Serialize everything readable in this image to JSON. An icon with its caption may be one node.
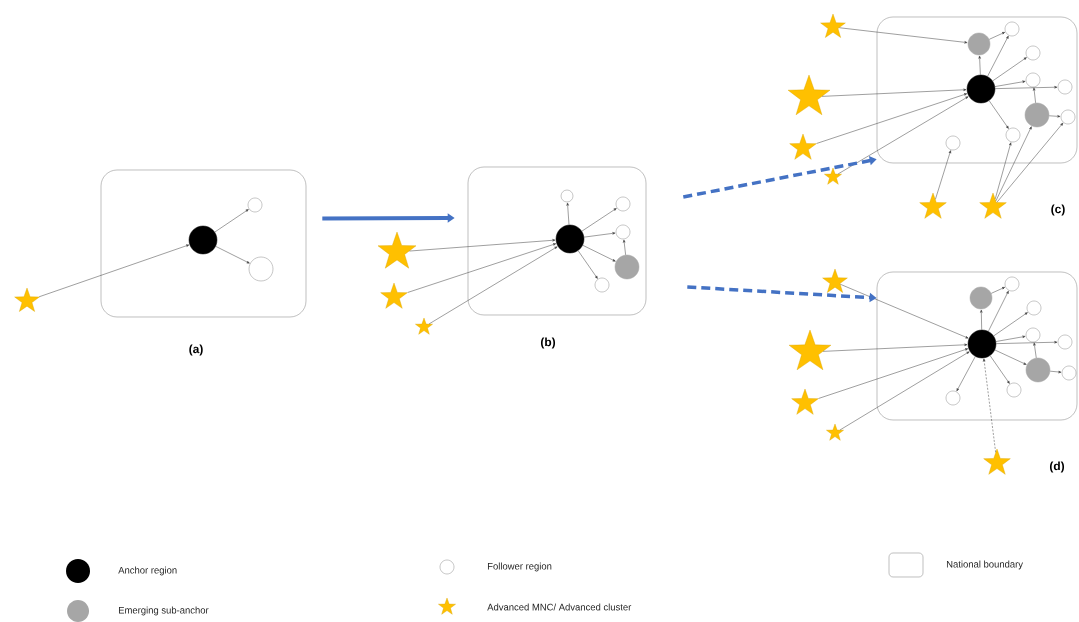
{
  "diagram": {
    "nodes": [
      {
        "text": [],
        "shape": "box",
        "beside": [
          "(a)"
        ]
      },
      {
        "text": [],
        "shape": "star"
      },
      {
        "text": [],
        "shape": "circle",
        "in": 0
      },
      {
        "text": [],
        "shape": "circle",
        "in": 0
      },
      {
        "text": [],
        "shape": "circle",
        "in": 0
      },
      {
        "text": [],
        "shape": "box",
        "beside": [
          "(b)"
        ]
      },
      {
        "text": [],
        "shape": "star"
      },
      {
        "text": [],
        "shape": "star"
      },
      {
        "text": [],
        "shape": "star"
      },
      {
        "text": [],
        "shape": "circle",
        "in": 5
      },
      {
        "text": [],
        "shape": "circle",
        "in": 5
      },
      {
        "text": [],
        "shape": "circle",
        "in": 5
      },
      {
        "text": [],
        "shape": "circle",
        "in": 5
      },
      {
        "text": [],
        "shape": "circle",
        "in": 5
      },
      {
        "text": [],
        "shape": "circle",
        "in": 5
      },
      {
        "text": [],
        "shape": "box",
        "beside": [
          "(c)"
        ]
      },
      {
        "text": [],
        "shape": "star"
      },
      {
        "text": [],
        "shape": "star"
      },
      {
        "text": [],
        "shape": "star"
      },
      {
        "text": [],
        "shape": "star"
      },
      {
        "text": [],
        "shape": "star"
      },
      {
        "text": [],
        "shape": "star"
      },
      {
        "text": [],
        "shape": "circle",
        "in": 15
      },
      {
        "text": [],
        "shape": "circle",
        "in": 15
      },
      {
        "text": [],
        "shape": "circle",
        "in": 15
      },
      {
        "text": [],
        "shape": "circle",
        "in": 15
      },
      {
        "text": [],
        "shape": "circle",
        "in": 15
      },
      {
        "text": [],
        "shape": "circle",
        "in": 15
      },
      {
        "text": [],
        "shape": "circle",
        "in": 15
      },
      {
        "text": [],
        "shape": "circle",
        "in": 15
      },
      {
        "text": [],
        "shape": "circle",
        "in": 15
      },
      {
        "text": [],
        "shape": "circle",
        "in": 15
      },
      {
        "text": [],
        "shape": "box",
        "beside": [
          "(d)"
        ]
      },
      {
        "text": [],
        "shape": "star"
      },
      {
        "text": [],
        "shape": "star"
      },
      {
        "text": [],
        "shape": "star"
      },
      {
        "text": [],
        "shape": "star"
      },
      {
        "text": [],
        "shape": "star"
      },
      {
        "text": [],
        "shape": "circle",
        "in": 32
      },
      {
        "text": [],
        "shape": "circle",
        "in": 32
      },
      {
        "text": [],
        "shape": "circle",
        "in": 32
      },
      {
        "text": [],
        "shape": "circle",
        "in": 32
      },
      {
        "text": [],
        "shape": "circle",
        "in": 32
      },
      {
        "text": [],
        "shape": "circle",
        "in": 32
      },
      {
        "text": [],
        "shape": "circle",
        "in": 32
      },
      {
        "text": [],
        "shape": "circle",
        "in": 32
      },
      {
        "text": [],
        "shape": "circle",
        "in": 32
      },
      {
        "text": [],
        "shape": "circle",
        "in": 32
      }
    ],
    "edges": [
      {
        "from": 1,
        "to": 2,
        "arrow": "to"
      },
      {
        "from": 2,
        "to": 3,
        "arrow": "to"
      },
      {
        "from": 2,
        "to": 4,
        "arrow": "to"
      },
      {
        "from": 6,
        "to": 9,
        "arrow": "to"
      },
      {
        "from": 7,
        "to": 9,
        "arrow": "to"
      },
      {
        "from": 8,
        "to": 9,
        "arrow": "to"
      },
      {
        "from": 9,
        "to": 10,
        "arrow": "to"
      },
      {
        "from": 9,
        "to": 11,
        "arrow": "to"
      },
      {
        "from": 9,
        "to": 12,
        "arrow": "to"
      },
      {
        "from": 9,
        "to": 13,
        "arrow": "to"
      },
      {
        "from": 9,
        "to": 14,
        "arrow": "to"
      },
      {
        "from": 13,
        "to": 12,
        "arrow": "to"
      },
      {
        "from": 16,
        "to": 23,
        "arrow": "to"
      },
      {
        "from": 17,
        "to": 22,
        "arrow": "to"
      },
      {
        "from": 18,
        "to": 22,
        "arrow": "to"
      },
      {
        "from": 19,
        "to": 22,
        "arrow": "to"
      },
      {
        "from": 22,
        "to": 23,
        "arrow": "to"
      },
      {
        "from": 22,
        "to": 25,
        "arrow": "to"
      },
      {
        "from": 23,
        "to": 25,
        "arrow": "to"
      },
      {
        "from": 22,
        "to": 26,
        "arrow": "to"
      },
      {
        "from": 22,
        "to": 27,
        "arrow": "to"
      },
      {
        "from": 22,
        "to": 28,
        "arrow": "to"
      },
      {
        "from": 22,
        "to": 30,
        "arrow": "to"
      },
      {
        "from": 24,
        "to": 27,
        "arrow": "to"
      },
      {
        "from": 24,
        "to": 29,
        "arrow": "to"
      },
      {
        "from": 20,
        "to": 31,
        "arrow": "to"
      },
      {
        "from": 21,
        "to": 30,
        "arrow": "to"
      },
      {
        "from": 21,
        "to": 24,
        "arrow": "to"
      },
      {
        "from": 21,
        "to": 29,
        "arrow": "to"
      },
      {
        "from": 33,
        "to": 38,
        "arrow": "to"
      },
      {
        "from": 34,
        "to": 38,
        "arrow": "to"
      },
      {
        "from": 35,
        "to": 38,
        "arrow": "to"
      },
      {
        "from": 36,
        "to": 38,
        "arrow": "to"
      },
      {
        "from": 38,
        "to": 39,
        "arrow": "to"
      },
      {
        "from": 38,
        "to": 41,
        "arrow": "to"
      },
      {
        "from": 39,
        "to": 41,
        "arrow": "to"
      },
      {
        "from": 38,
        "to": 42,
        "arrow": "to"
      },
      {
        "from": 38,
        "to": 43,
        "arrow": "to"
      },
      {
        "from": 38,
        "to": 44,
        "arrow": "to"
      },
      {
        "from": 38,
        "to": 40,
        "arrow": "to"
      },
      {
        "from": 40,
        "to": 43,
        "arrow": "to"
      },
      {
        "from": 40,
        "to": 45,
        "arrow": "to"
      },
      {
        "from": 38,
        "to": 46,
        "arrow": "to"
      },
      {
        "from": 38,
        "to": 47,
        "arrow": "to"
      },
      {
        "from": 37,
        "to": 38,
        "arrow": "to",
        "style": "dashed"
      },
      {
        "from": 0,
        "to": 5,
        "arrow": "to",
        "style": "thick",
        "color": "#4472c4"
      },
      {
        "from": 5,
        "to": 15,
        "arrow": "to",
        "style": "dashed",
        "color": "#4472c4"
      },
      {
        "from": 5,
        "to": 32,
        "arrow": "to",
        "style": "dashed",
        "color": "#4472c4"
      }
    ],
    "legend": [
      {
        "text": "Anchor region"
      },
      {
        "text": "Emerging sub-anchor"
      },
      {
        "text": "Follower region"
      },
      {
        "text": "Advanced MNC/ Advanced cluster"
      },
      {
        "text": "National boundary"
      }
    ]
  }
}
